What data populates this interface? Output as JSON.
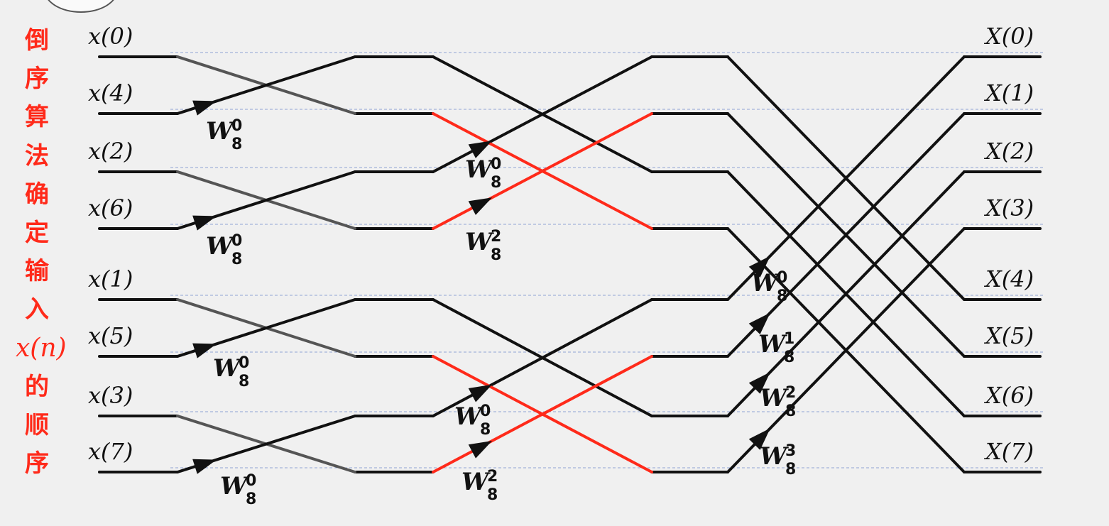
{
  "title_chars": [
    "倒",
    "序",
    "算",
    "法",
    "确",
    "定",
    "输",
    "入",
    "x(n)",
    "的",
    "顺",
    "序"
  ],
  "inputs": [
    "x(0)",
    "x(4)",
    "x(2)",
    "x(6)",
    "x(1)",
    "x(5)",
    "x(3)",
    "x(7)"
  ],
  "outputs": [
    "X(0)",
    "X(1)",
    "X(2)",
    "X(3)",
    "X(4)",
    "X(5)",
    "X(6)",
    "X(7)"
  ],
  "twiddles": {
    "stage1": [
      {
        "base": "W",
        "sub": "8",
        "sup": "0"
      },
      {
        "base": "W",
        "sub": "8",
        "sup": "0"
      },
      {
        "base": "W",
        "sub": "8",
        "sup": "0"
      },
      {
        "base": "W",
        "sub": "8",
        "sup": "0"
      }
    ],
    "stage2": [
      {
        "base": "W",
        "sub": "8",
        "sup": "0"
      },
      {
        "base": "W",
        "sub": "8",
        "sup": "2"
      },
      {
        "base": "W",
        "sub": "8",
        "sup": "0"
      },
      {
        "base": "W",
        "sub": "8",
        "sup": "2"
      }
    ],
    "stage3": [
      {
        "base": "W",
        "sub": "8",
        "sup": "0"
      },
      {
        "base": "W",
        "sub": "8",
        "sup": "1"
      },
      {
        "base": "W",
        "sub": "8",
        "sup": "2"
      },
      {
        "base": "W",
        "sub": "8",
        "sup": "3"
      }
    ]
  },
  "colors": {
    "title": "#ff2a1a",
    "line": "#111111",
    "highlight": "#ff2a1a",
    "guide": "#6a86c8",
    "background": "#f0f0f0"
  }
}
